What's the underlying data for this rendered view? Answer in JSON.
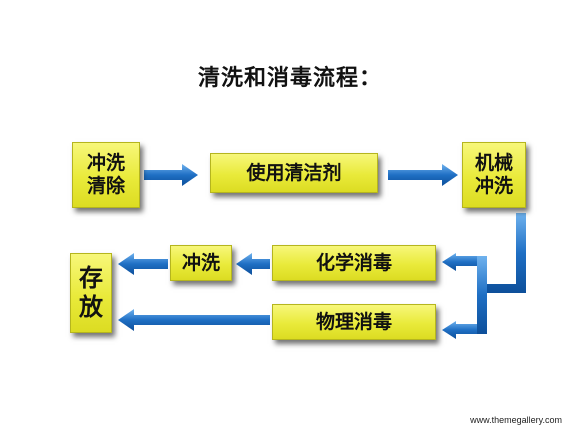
{
  "title": "清洗和消毒流程：",
  "nodes": {
    "rinse_clean": {
      "line1": "冲洗",
      "line2": "清除"
    },
    "use_cleaner": {
      "label": "使用清洁剂"
    },
    "mechanical": {
      "line1": "机械",
      "line2": "冲洗"
    },
    "chemical": {
      "label": "化学消毒"
    },
    "rinse": {
      "label": "冲洗"
    },
    "physical": {
      "label": "物理消毒"
    },
    "store": {
      "line1": "存",
      "line2": "放"
    }
  },
  "footer": {
    "url": "www.themegallery.com"
  },
  "colors": {
    "box": "#e9ea3a",
    "arrow": "#1f6fc4"
  }
}
